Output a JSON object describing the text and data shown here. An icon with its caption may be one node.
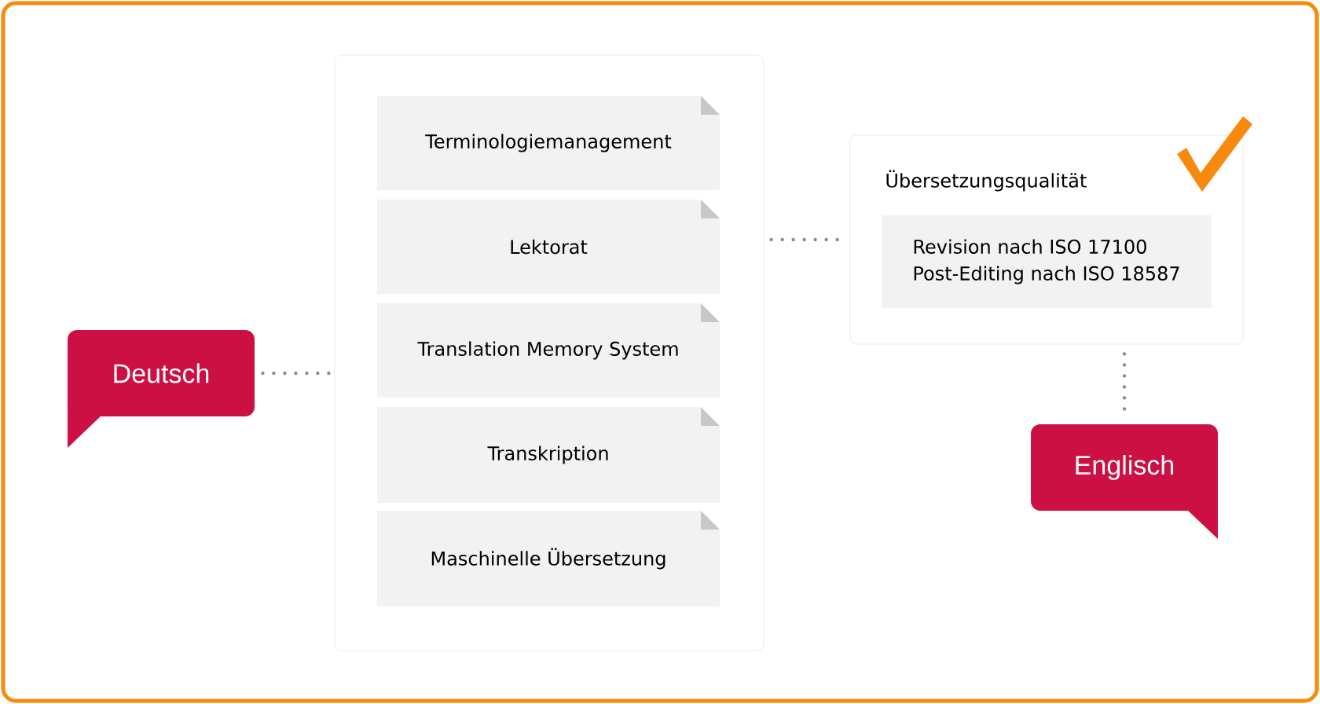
{
  "diagram": {
    "nodes": [
      {
        "text": [
          "Deutsch"
        ]
      },
      {
        "text": [],
        "shape": "box"
      },
      {
        "text": [
          "Terminologiemanagement"
        ],
        "in": 1
      },
      {
        "text": [
          "Lektorat"
        ],
        "in": 1
      },
      {
        "text": [
          "Translation Memory System"
        ],
        "in": 1
      },
      {
        "text": [
          "Transkription"
        ],
        "in": 1
      },
      {
        "text": [
          "Maschinelle Übersetzung"
        ],
        "in": 1
      },
      {
        "text": [
          "Übersetzungsqualität"
        ]
      },
      {
        "text": [
          "Revision nach ISO 17100",
          "Post-Editing nach ISO 18587"
        ],
        "in": 7
      },
      {
        "text": [
          "Englisch"
        ]
      }
    ],
    "edges": [
      {
        "from": 0,
        "to": 1,
        "arrow": "none"
      },
      {
        "from": 1,
        "to": 7,
        "arrow": "none"
      },
      {
        "from": 7,
        "to": 9,
        "arrow": "none"
      }
    ]
  }
}
